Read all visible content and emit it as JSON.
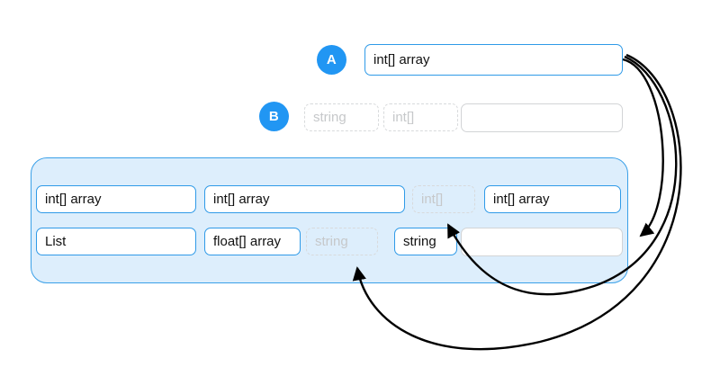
{
  "theme": {
    "accent_blue": "#2196f3",
    "border_blue": "#2f9ae8",
    "panel_fill": "#ddeefc",
    "panel_border": "#3aa0e8",
    "gray_border": "#d2d4d6",
    "dashed_gray": "#d8dadc",
    "placeholder_text": "#c6c8ca",
    "arrow_color": "#000000",
    "background": "#ffffff"
  },
  "rows": {
    "a": {
      "badge": "A",
      "input": {
        "value": "int[] array"
      }
    },
    "b": {
      "badge": "B",
      "chips": [
        {
          "value": "string",
          "style": "dashed"
        },
        {
          "value": "int[]",
          "style": "dashed"
        },
        {
          "value": "",
          "style": "solid-gray"
        }
      ]
    }
  },
  "panel": {
    "grid": [
      [
        {
          "value": "int[] array",
          "style": "solid-blue"
        },
        {
          "value": "int[] array",
          "style": "solid-blue"
        },
        {
          "value": "int[]",
          "style": "dashed"
        },
        {
          "value": "int[] array",
          "style": "solid-blue"
        }
      ],
      [
        {
          "value": "List",
          "style": "solid-blue"
        },
        {
          "value": "float[] array",
          "style": "solid-blue"
        },
        {
          "value": "string",
          "style": "dashed"
        },
        {
          "value": "string",
          "style": "solid-blue"
        },
        {
          "value": "",
          "style": "solid-gray"
        }
      ]
    ]
  },
  "arrows": [
    {
      "name": "arrow-a-to-empty-slot",
      "from": "row-a-input",
      "to": "panel-row2-empty-box"
    },
    {
      "name": "arrow-a-to-int-array",
      "from": "row-a-input",
      "to": "panel-row1-dashed-int"
    },
    {
      "name": "arrow-a-to-string-slot",
      "from": "row-a-input",
      "to": "panel-row2-dashed-string"
    }
  ]
}
